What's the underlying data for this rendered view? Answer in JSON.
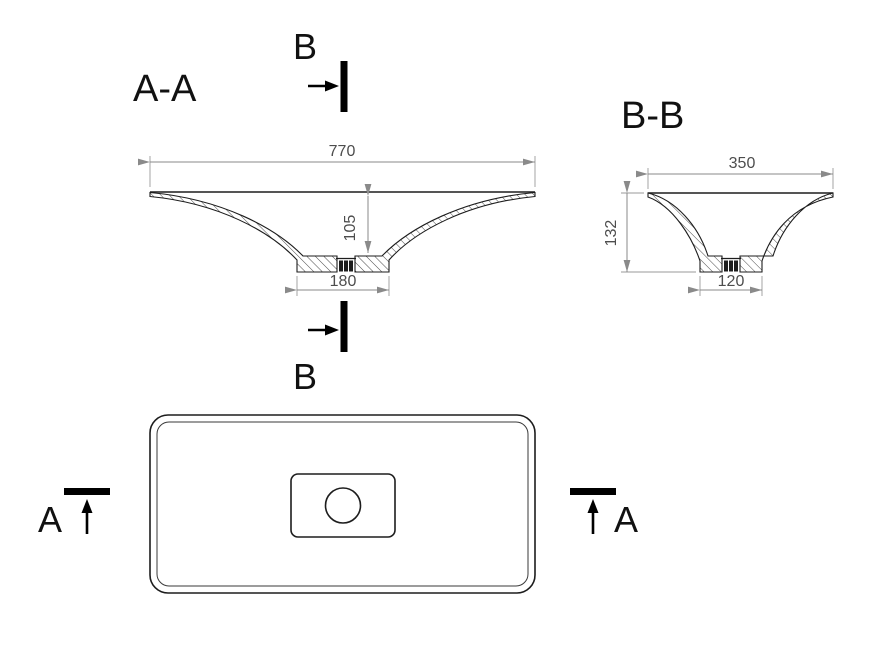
{
  "sections": {
    "aa": {
      "label": "A-A"
    },
    "bb": {
      "label": "B-B"
    }
  },
  "markers": {
    "a": "A",
    "b": "B"
  },
  "dimensions": {
    "aa_width": "770",
    "aa_depth": "105",
    "aa_drain_width": "180",
    "bb_width": "350",
    "bb_height": "132",
    "bb_drain_width": "120"
  },
  "colors": {
    "outline": "#1d1d1d",
    "dimension_line": "#8a8a8a",
    "dimension_text": "#4d4d4d"
  }
}
